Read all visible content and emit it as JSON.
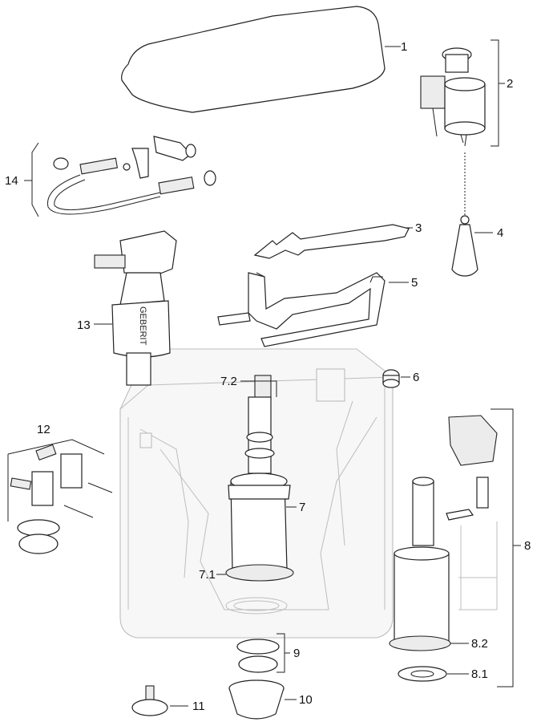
{
  "diagram": {
    "parts": [
      {
        "id": "p1",
        "label": "1"
      },
      {
        "id": "p2",
        "label": "2"
      },
      {
        "id": "p3",
        "label": "3"
      },
      {
        "id": "p4",
        "label": "4"
      },
      {
        "id": "p5",
        "label": "5"
      },
      {
        "id": "p6",
        "label": "6"
      },
      {
        "id": "p7",
        "label": "7"
      },
      {
        "id": "p7_1",
        "label": "7.1"
      },
      {
        "id": "p7_2",
        "label": "7.2"
      },
      {
        "id": "p8",
        "label": "8"
      },
      {
        "id": "p8_1",
        "label": "8.1"
      },
      {
        "id": "p8_2",
        "label": "8.2"
      },
      {
        "id": "p9",
        "label": "9"
      },
      {
        "id": "p10",
        "label": "10"
      },
      {
        "id": "p11",
        "label": "11"
      },
      {
        "id": "p12",
        "label": "12"
      },
      {
        "id": "p13",
        "label": "13"
      },
      {
        "id": "p14",
        "label": "14"
      }
    ],
    "brand_text": "GEBERIT"
  }
}
